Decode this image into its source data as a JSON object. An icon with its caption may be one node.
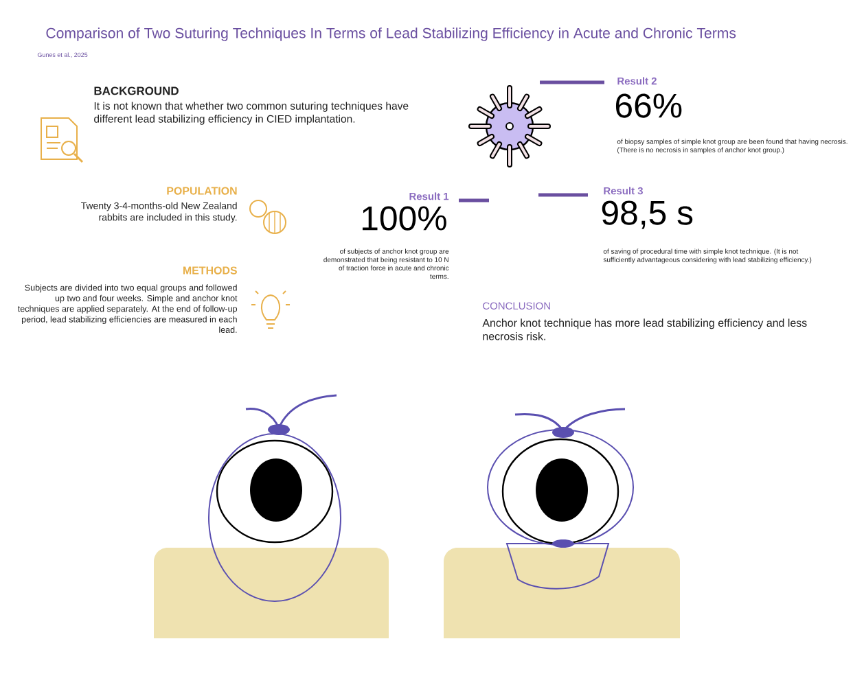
{
  "diagram": {
    "title": "Comparison of Two Suturing Techniques In Terms of Lead Stabilizing Efficiency in Acute and Chronic Terms",
    "labels": [
      "Gunes et al., 2025",
      "BACKGROUND",
      "It is not known that whether two common suturing techniques have different lead stabilizing efficiency in CIED implantation.",
      "Result 2",
      "66%",
      "of biopsy samples of simple knot group are been found that having necrosis. (There is no necrosis in samples of anchor knot group.)",
      "POPULATION",
      "Twenty 3-4-months-old New Zealand rabbits are included in this study.",
      "Result 1",
      "100%",
      "Result 3",
      "98,5 s",
      "of subjects of anchor knot group are demonstrated that being resistant to 10 N of traction force in acute and chronic terms.",
      "of saving of procedural time with simple knot technique. (It is not sufficiently advantageous considering with lead stabilizing efficiency.)",
      "METHODS",
      "Subjects are divided into two equal groups and followed up two and four weeks. Simple and anchor knot techniques are applied separately. At the end of follow-up period, lead stabilizing efficiencies are measured in each lead.",
      "CONCLUSION",
      "Anchor knot technique has more lead stabilizing efficiency and less necrosis risk."
    ]
  }
}
